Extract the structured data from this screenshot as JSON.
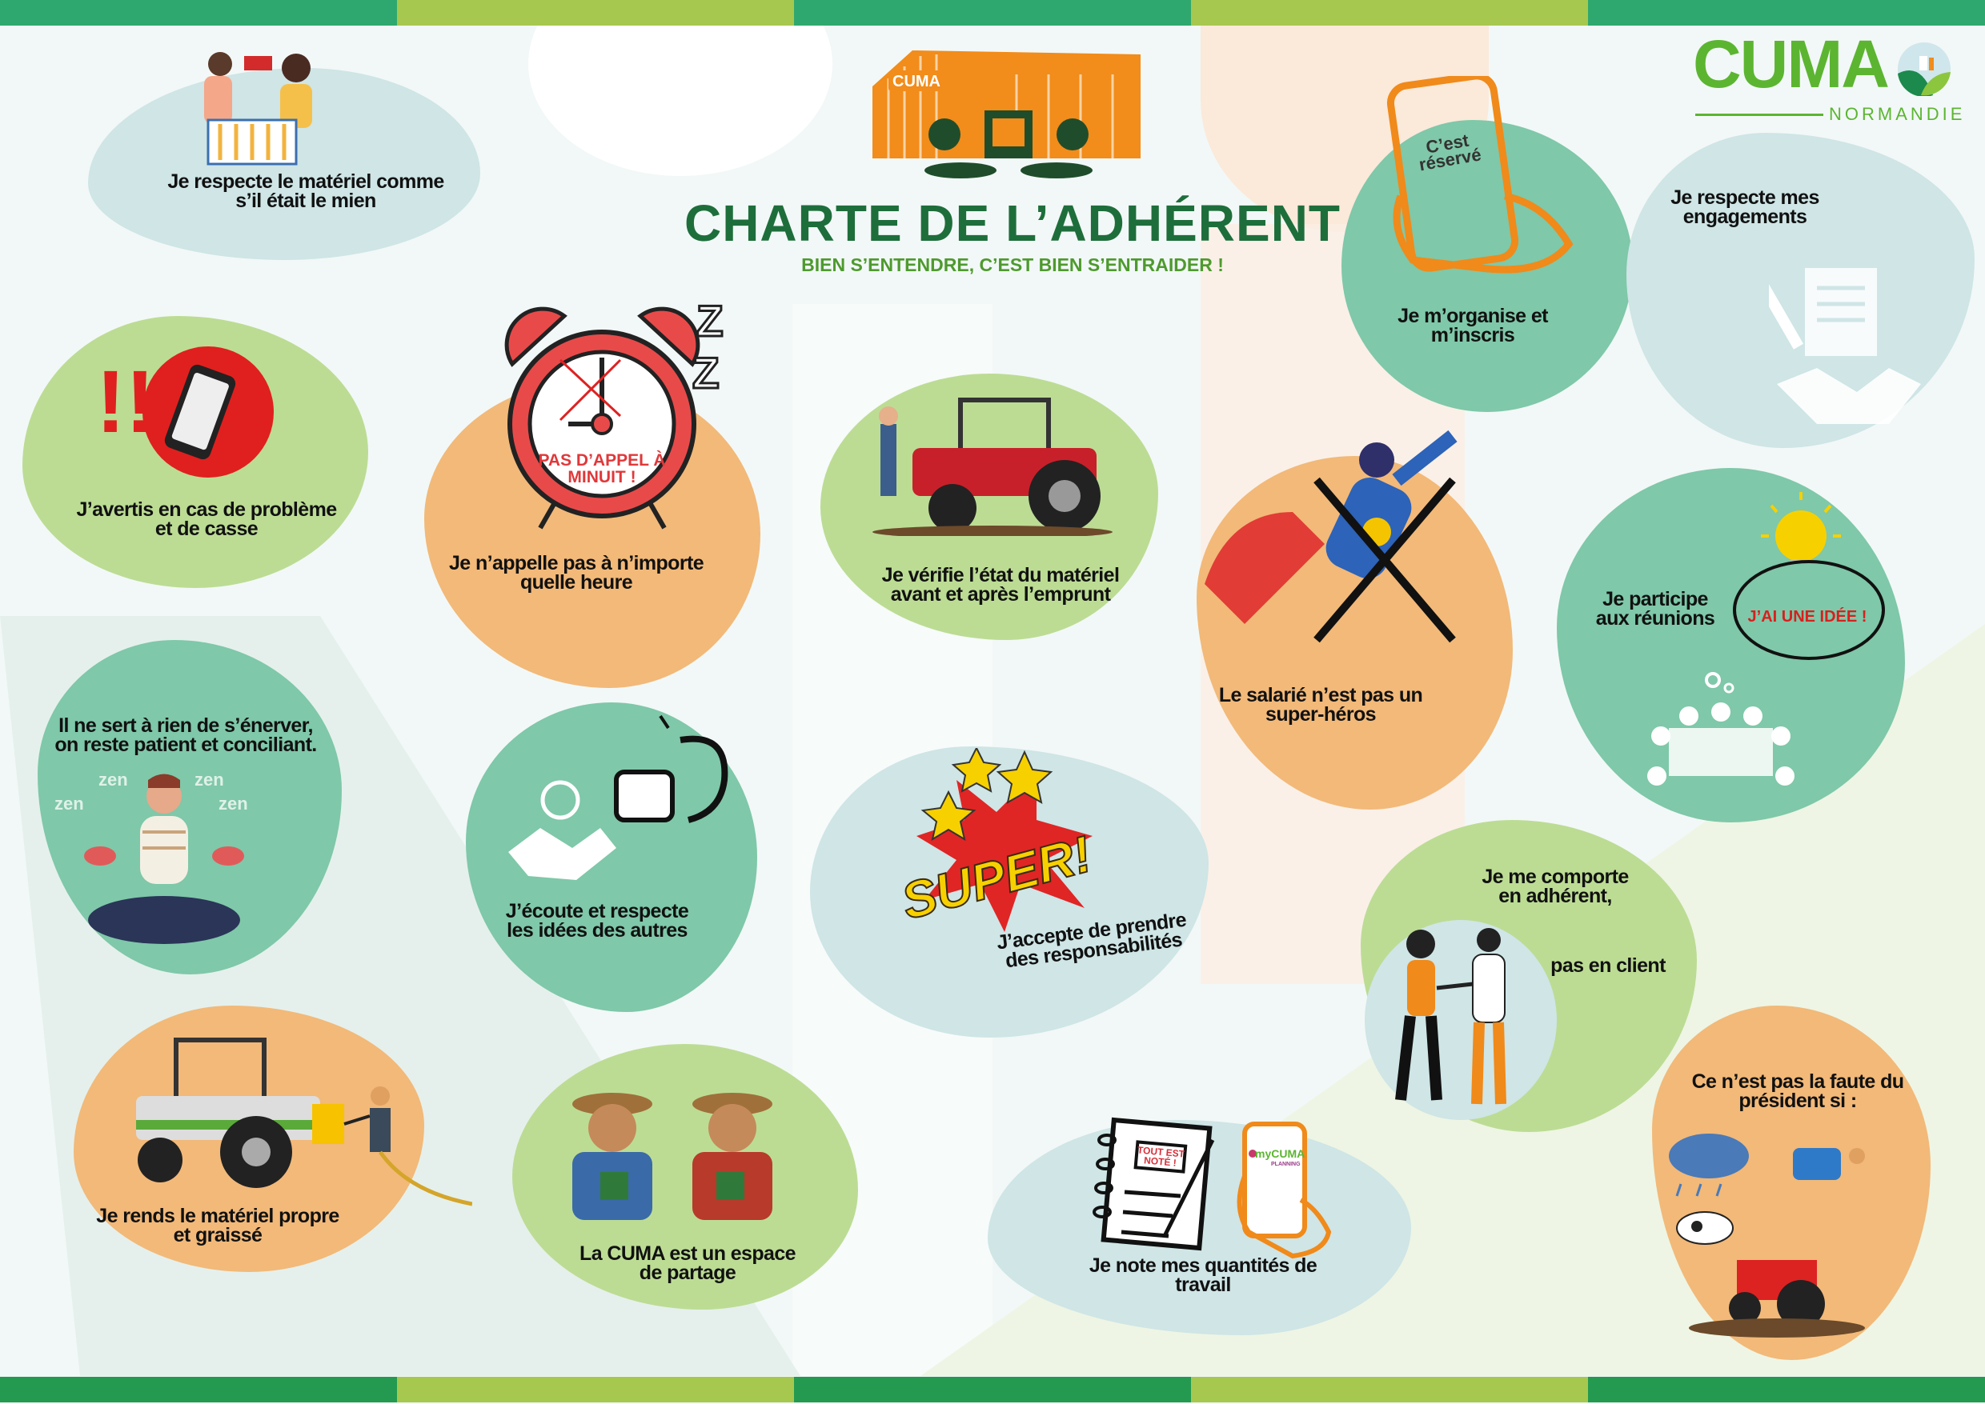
{
  "header": {
    "title": "CHARTE DE L’ADHÉRENT",
    "subtitle": "BIEN S’ENTENDRE, C’EST BIEN S’ENTRAIDER !",
    "barn_logo": "CUMA",
    "logo": {
      "name": "CUMA",
      "region": "NORMANDIE"
    }
  },
  "rules": {
    "materiel": "Je respecte le matériel comme\ns’il était le mien",
    "avertis": "J’avertis en cas de problème\net de casse",
    "appelle": "Je n’appelle pas à n’importe\nquelle heure",
    "verifie": "Je vérifie l’état du matériel\navant et après l’emprunt",
    "organise": "Je m’organise et\nm’inscris",
    "engagements": "Je respecte mes\nengagements",
    "salarie": "Le salarié n’est pas un\nsuper-héros",
    "participe": "Je participe\naux réunions",
    "enerver": "Il ne sert à rien de s’énerver,\non reste patient et conciliant.",
    "ecoute": "J’écoute et respecte\nles idées des autres",
    "responsabilites": "J’accepte de prendre\ndes responsabilités",
    "comporte": "Je me comporte\nen adhérent,",
    "comporte_2": "pas en client",
    "rends": "Je rends le matériel propre\net graissé",
    "partage": "La CUMA est un espace\nde partage",
    "note": "Je note mes quantités de\ntravail",
    "president": "Ce n’est pas la faute du\nprésident si :"
  },
  "illustrations": {
    "clock_text": "PAS D’APPEL À\nMINUIT !",
    "phone_text": "C’est\nréservé",
    "idea_text": "J’AI UNE IDÉE !",
    "super_text": "SUPER!",
    "zen": [
      "zen",
      "zen",
      "zen",
      "zen"
    ],
    "notebook_text": "TOUT EST\nNOTÉ !",
    "app_name": "myCUMA",
    "app_sub": "PLANNING"
  },
  "colors": {
    "title": "#1e6e3b",
    "subtitle": "#4e9a2e",
    "teal_blob": "#7fc8a9",
    "green_blob": "#bcdc94",
    "orange_blob": "#f2b979",
    "blue_blob": "#cfe5e6",
    "logo_green": "#5cb531"
  }
}
